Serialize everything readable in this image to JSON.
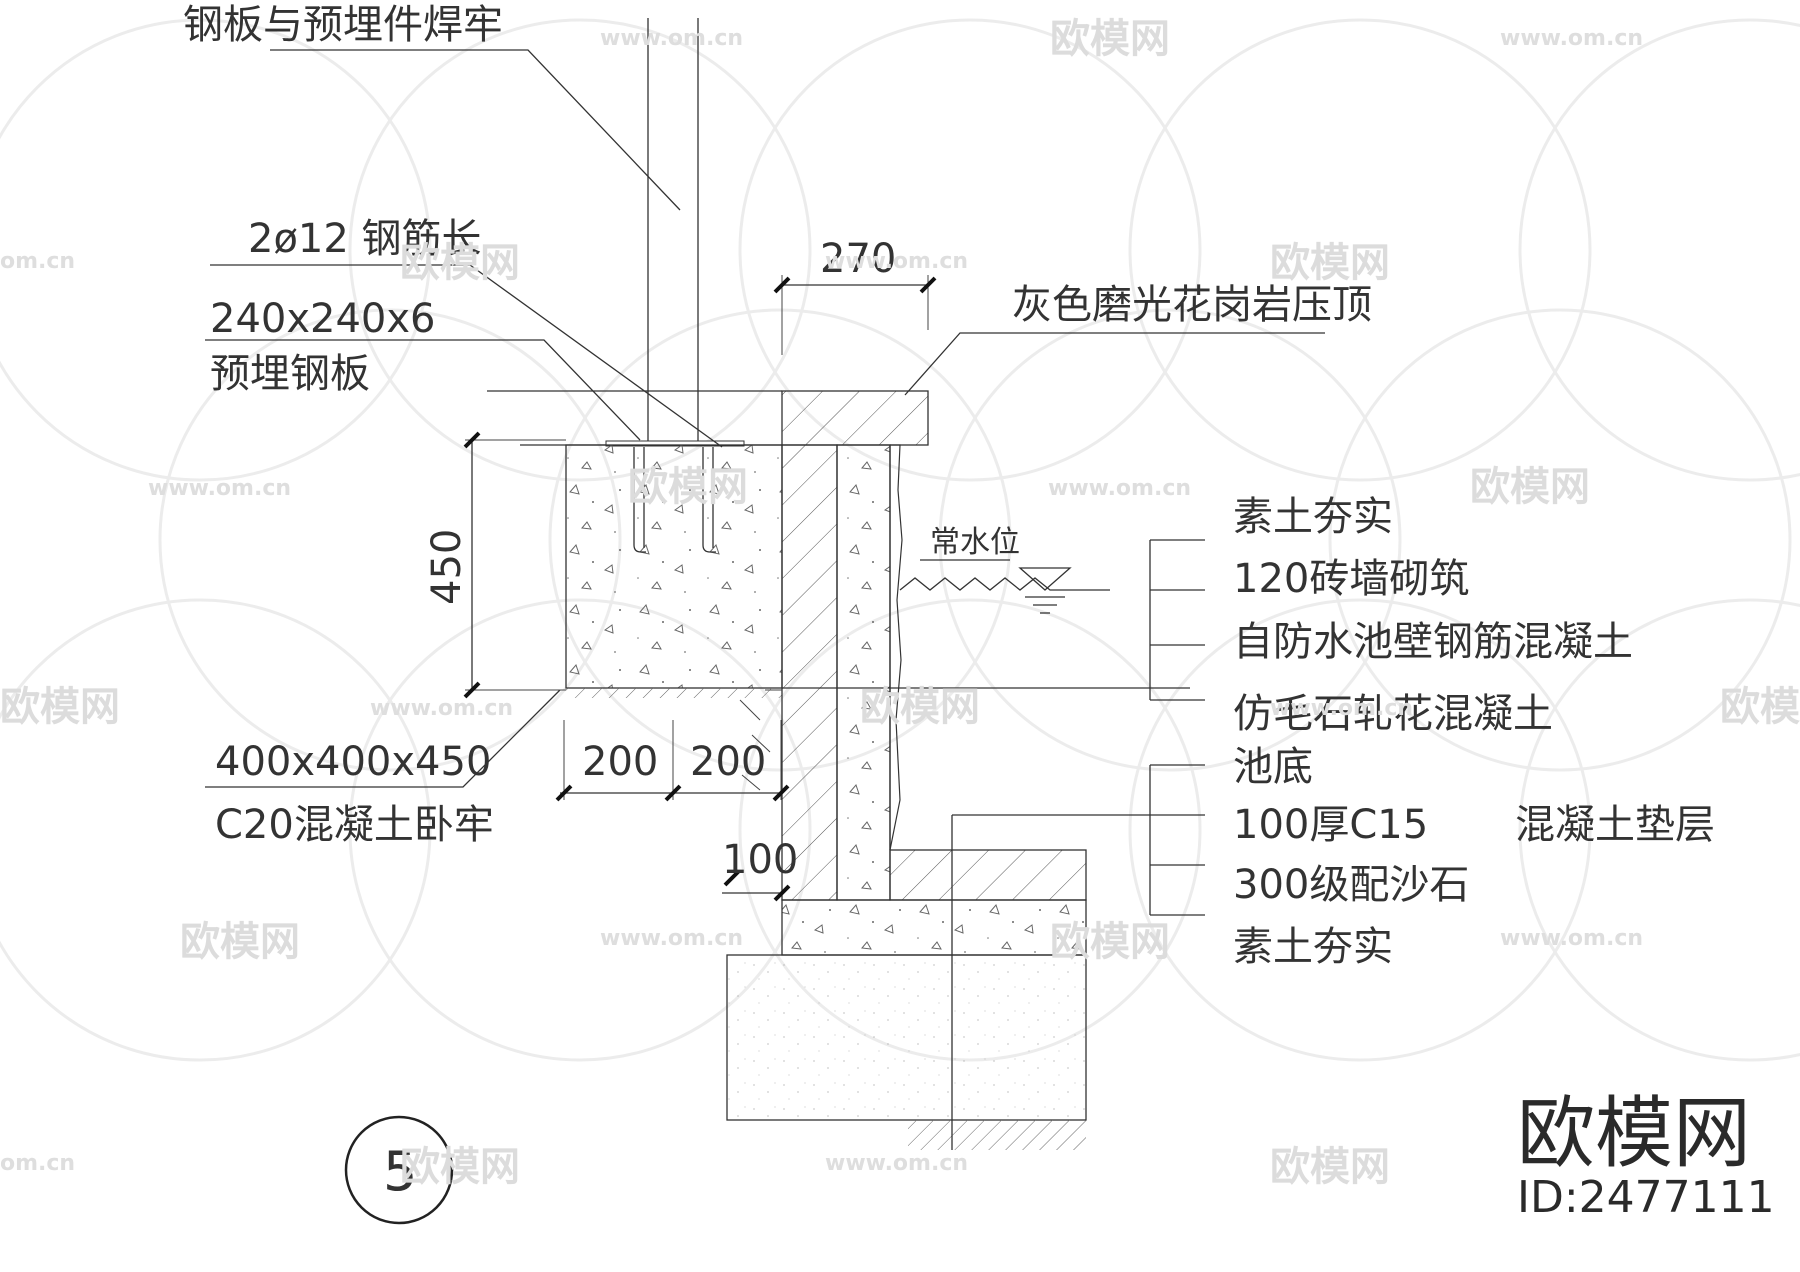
{
  "drawing": {
    "annotations": {
      "plate_weld": "钢板与预埋件焊牢",
      "rebar": "2ø12 钢筋长",
      "plate_size": "240x240x6",
      "plate_name": "预埋钢板",
      "granite_coping": "灰色磨光花岗岩压顶",
      "water_level": "常水位",
      "footing_size": "400x400x450",
      "footing_name": "C20混凝土卧牢"
    },
    "wall_layers": [
      "素土夯实",
      "120砖墙砌筑",
      "自防水池壁钢筋混凝土",
      "仿毛石轧花混凝土"
    ],
    "base_layers": {
      "title": "池底",
      "cushion": "100厚C15",
      "cushion_suffix": "混凝土垫层",
      "gravel": "300级配沙石",
      "soil": "素土夯实"
    },
    "dimensions": {
      "d270": "270",
      "d450": "450",
      "d200a": "200",
      "d200b": "200",
      "d100": "100"
    },
    "detail_number": "5"
  },
  "watermark": {
    "brand": "欧模网",
    "url": "www.om.cn",
    "url_fragment": "om.cn",
    "id_text": "ID:2477111"
  }
}
